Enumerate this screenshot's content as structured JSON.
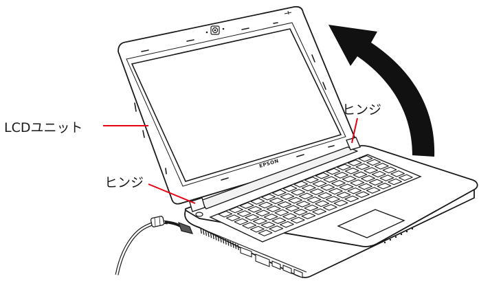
{
  "labels": {
    "lcd_unit": "LCDユニット",
    "hinge_right": "ヒンジ",
    "hinge_left": "ヒンジ"
  },
  "brand": "EPSON",
  "colors": {
    "callout_line": "#e60012",
    "outline": "#1a1a1a",
    "arrow": "#111111",
    "body_fill": "#ffffff",
    "panel_shade": "#f2f2f2"
  },
  "icons": {
    "open_arrow": "curved-arrow-up-icon",
    "webcam": "webcam-icon"
  }
}
